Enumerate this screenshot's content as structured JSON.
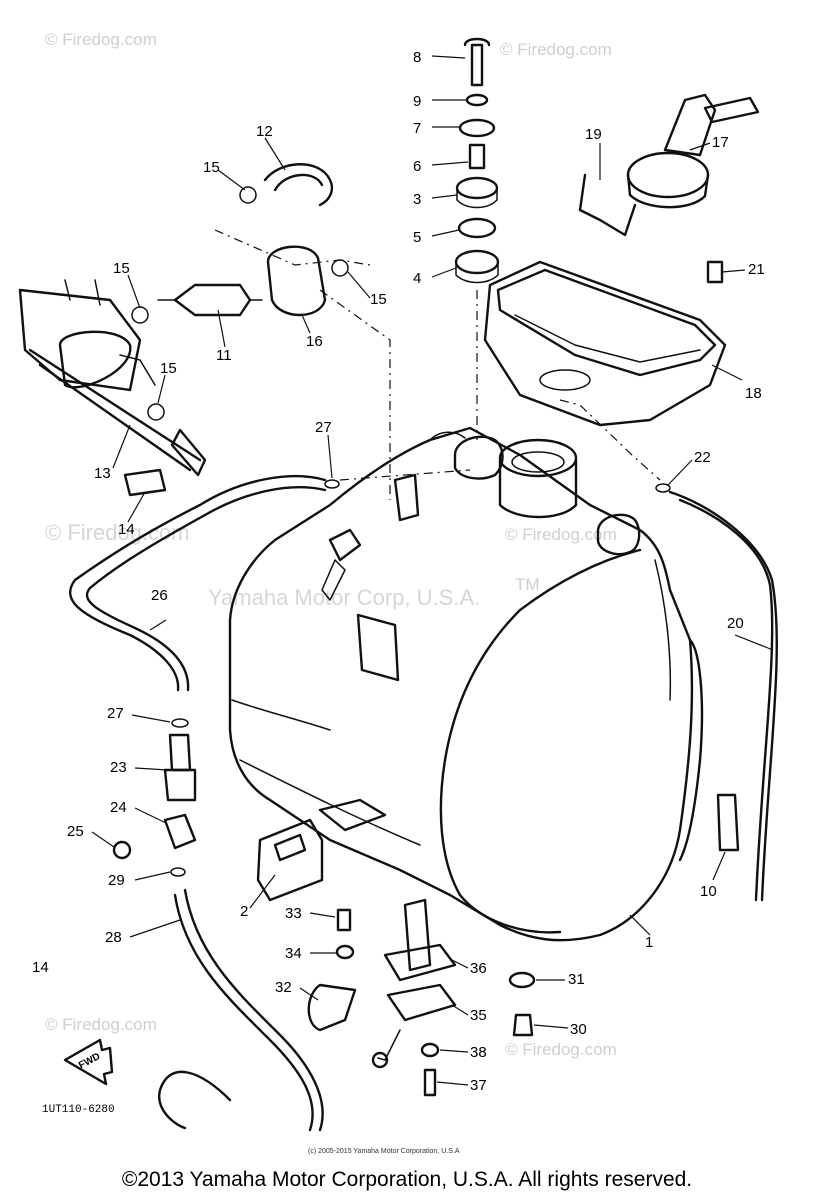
{
  "watermarks": {
    "site": "© Firedog.com",
    "brand": "Yamaha Motor Corp, U.S.A.",
    "tm": "TM"
  },
  "diagram_code": "1UT110-6280",
  "small_copyright": "(c) 2005-2015 Yamaha Motor Corporation, U.S.A",
  "footer": "©2013 Yamaha Motor Corporation, U.S.A. All rights reserved.",
  "arrow_label": "FWD",
  "stray_mark": "14",
  "callouts": {
    "c1": "1",
    "c2": "2",
    "c3": "3",
    "c4": "4",
    "c5": "5",
    "c6": "6",
    "c7": "7",
    "c8": "8",
    "c9": "9",
    "c10": "10",
    "c11": "11",
    "c12": "12",
    "c13": "13",
    "c14": "14",
    "c15a": "15",
    "c15b": "15",
    "c15c": "15",
    "c15d": "15",
    "c16": "16",
    "c17": "17",
    "c18": "18",
    "c19": "19",
    "c20": "20",
    "c21": "21",
    "c22": "22",
    "c23": "23",
    "c24": "24",
    "c25": "25",
    "c26": "26",
    "c27a": "27",
    "c27b": "27",
    "c28": "28",
    "c29": "29",
    "c30": "30",
    "c31": "31",
    "c32": "32",
    "c33": "33",
    "c34": "34",
    "c35": "35",
    "c36": "36",
    "c37": "37",
    "c38": "38"
  }
}
